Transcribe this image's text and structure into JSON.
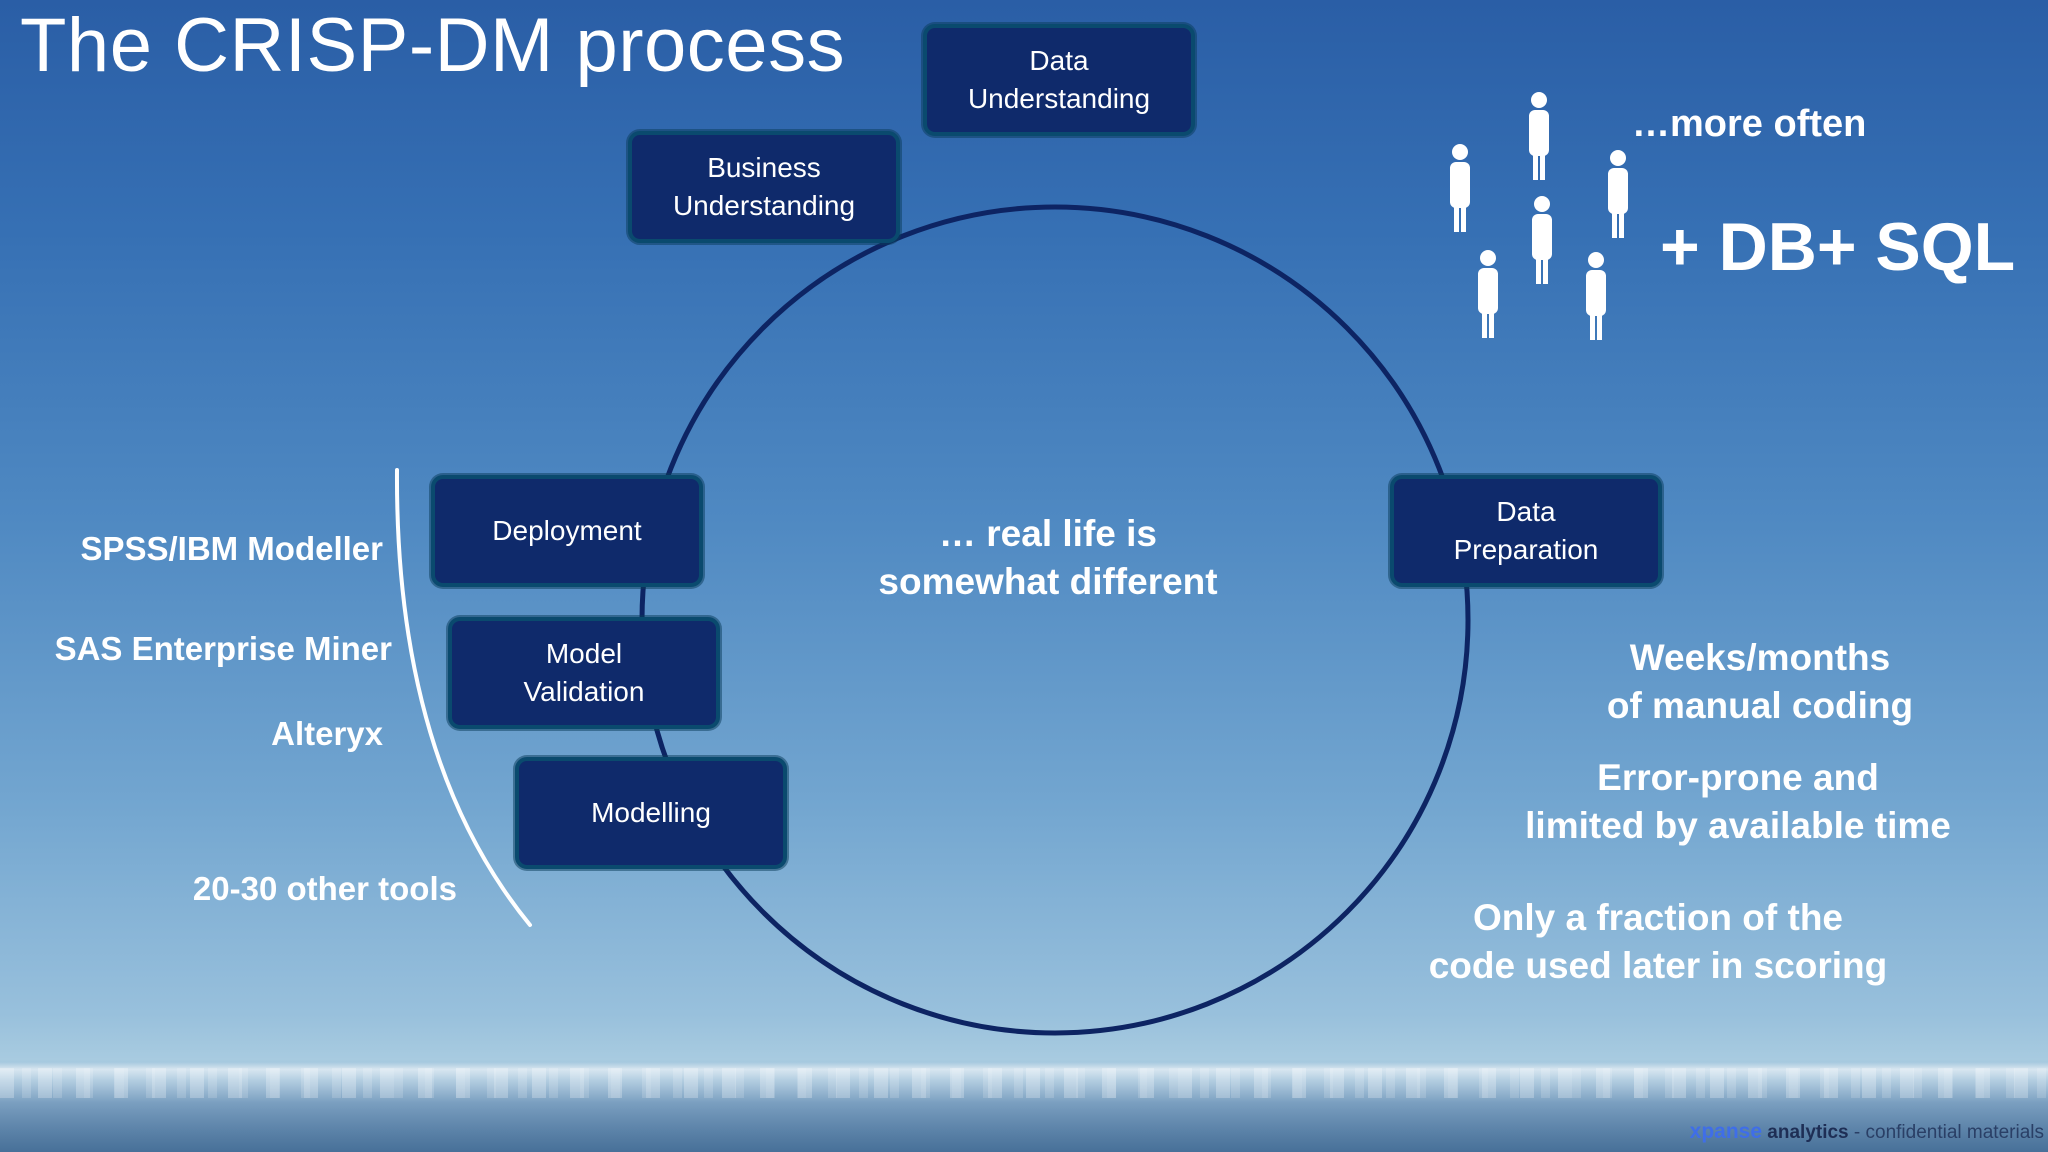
{
  "title": "The CRISP-DM process",
  "stages": {
    "data_understanding": [
      "Data",
      "Understanding"
    ],
    "business_understanding": [
      "Business",
      "Understanding"
    ],
    "data_preparation": [
      "Data",
      "Preparation"
    ],
    "deployment": "Deployment",
    "model_validation": [
      "Model",
      "Validation"
    ],
    "modelling": "Modelling"
  },
  "center_text": [
    "… real life is",
    "somewhat different"
  ],
  "tools": [
    "SPSS/IBM Modeller",
    "SAS Enterprise Miner",
    "Alteryx",
    "20-30 other tools"
  ],
  "more_often": "…more often",
  "db_sql": "+ DB+ SQL",
  "notes": {
    "weeks": [
      "Weeks/months",
      "of manual coding"
    ],
    "error": [
      "Error-prone and",
      "limited by available time"
    ],
    "fraction": [
      "Only a fraction of the",
      "code used later in scoring"
    ]
  },
  "footer": {
    "brand": "xpanse",
    "brand2": "analytics",
    "rest": "- confidential materials"
  },
  "colors": {
    "box_fill": "#0f2a6b",
    "circle_stroke": "#0d2463",
    "text": "#ffffff"
  },
  "icons": {
    "people": "person-icon"
  }
}
